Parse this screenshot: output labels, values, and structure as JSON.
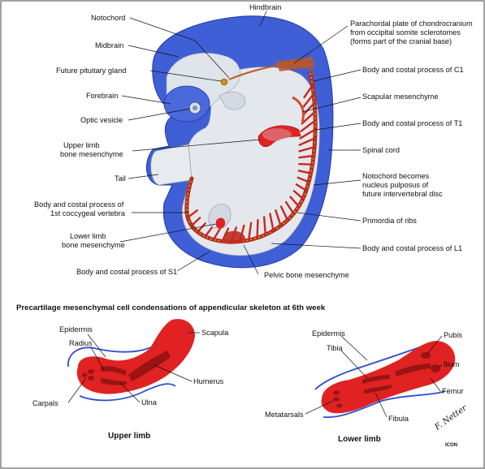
{
  "colors": {
    "neural_blue": "#3f5fd6",
    "neural_dark": "#1f37a8",
    "mesenchyme_red": "#e02222",
    "cartilage_dark": "#a51616",
    "embryo_grey": "#e4e7ec",
    "epidermis_line": "#2f4fcf"
  },
  "labels": {
    "hindbrain": "Hindbrain",
    "notochord": "Notochord",
    "midbrain": "Midbrain",
    "pituitary": "Future pituitary gland",
    "forebrain": "Forebrain",
    "optic": "Optic vesicle",
    "upper_limb_mes_1": "Upper limb",
    "upper_limb_mes_2": "bone mesenchyme",
    "tail": "Tail",
    "coccygeal_1": "Body and costal process of",
    "coccygeal_2": "1st coccygeal vertebra",
    "lower_limb_mes_1": "Lower limb",
    "lower_limb_mes_2": "bone mesenchyme",
    "s1": "Body and costal process of S1",
    "parachordal_1": "Parachordal plate of chondrocranium",
    "parachordal_2": "from occipital somite sclerotomes",
    "parachordal_3": "(forms part of the cranial base)",
    "c1": "Body and costal process of C1",
    "scapular": "Scapular mesenchyme",
    "t1": "Body and costal process of T1",
    "spinal": "Spinal cord",
    "nucleus_1": "Notochord becomes",
    "nucleus_2": "nucleus pulposus of",
    "nucleus_3": "future intervertebral disc",
    "ribs": "Primordia of ribs",
    "l1": "Body and costal process of L1",
    "pelvic": "Pelvic bone mesenchyme"
  },
  "section_heading": "Precartilage mesenchymal cell condensations of appendicular skeleton at 6th week",
  "upper_limb": {
    "caption": "Upper limb",
    "epidermis": "Epidermis",
    "radius": "Radius",
    "carpals": "Carpals",
    "scapula": "Scapula",
    "humerus": "Humerus",
    "ulna": "Ulna"
  },
  "lower_limb": {
    "caption": "Lower limb",
    "epidermis": "Epidermis",
    "tibia": "Tibia",
    "metatarsals": "Metatarsals",
    "fibula": "Fibula",
    "pubis": "Pubis",
    "ilium": "Ilium",
    "femur": "Femur"
  },
  "signature": "F. Netter",
  "publisher_mark": "ICON"
}
